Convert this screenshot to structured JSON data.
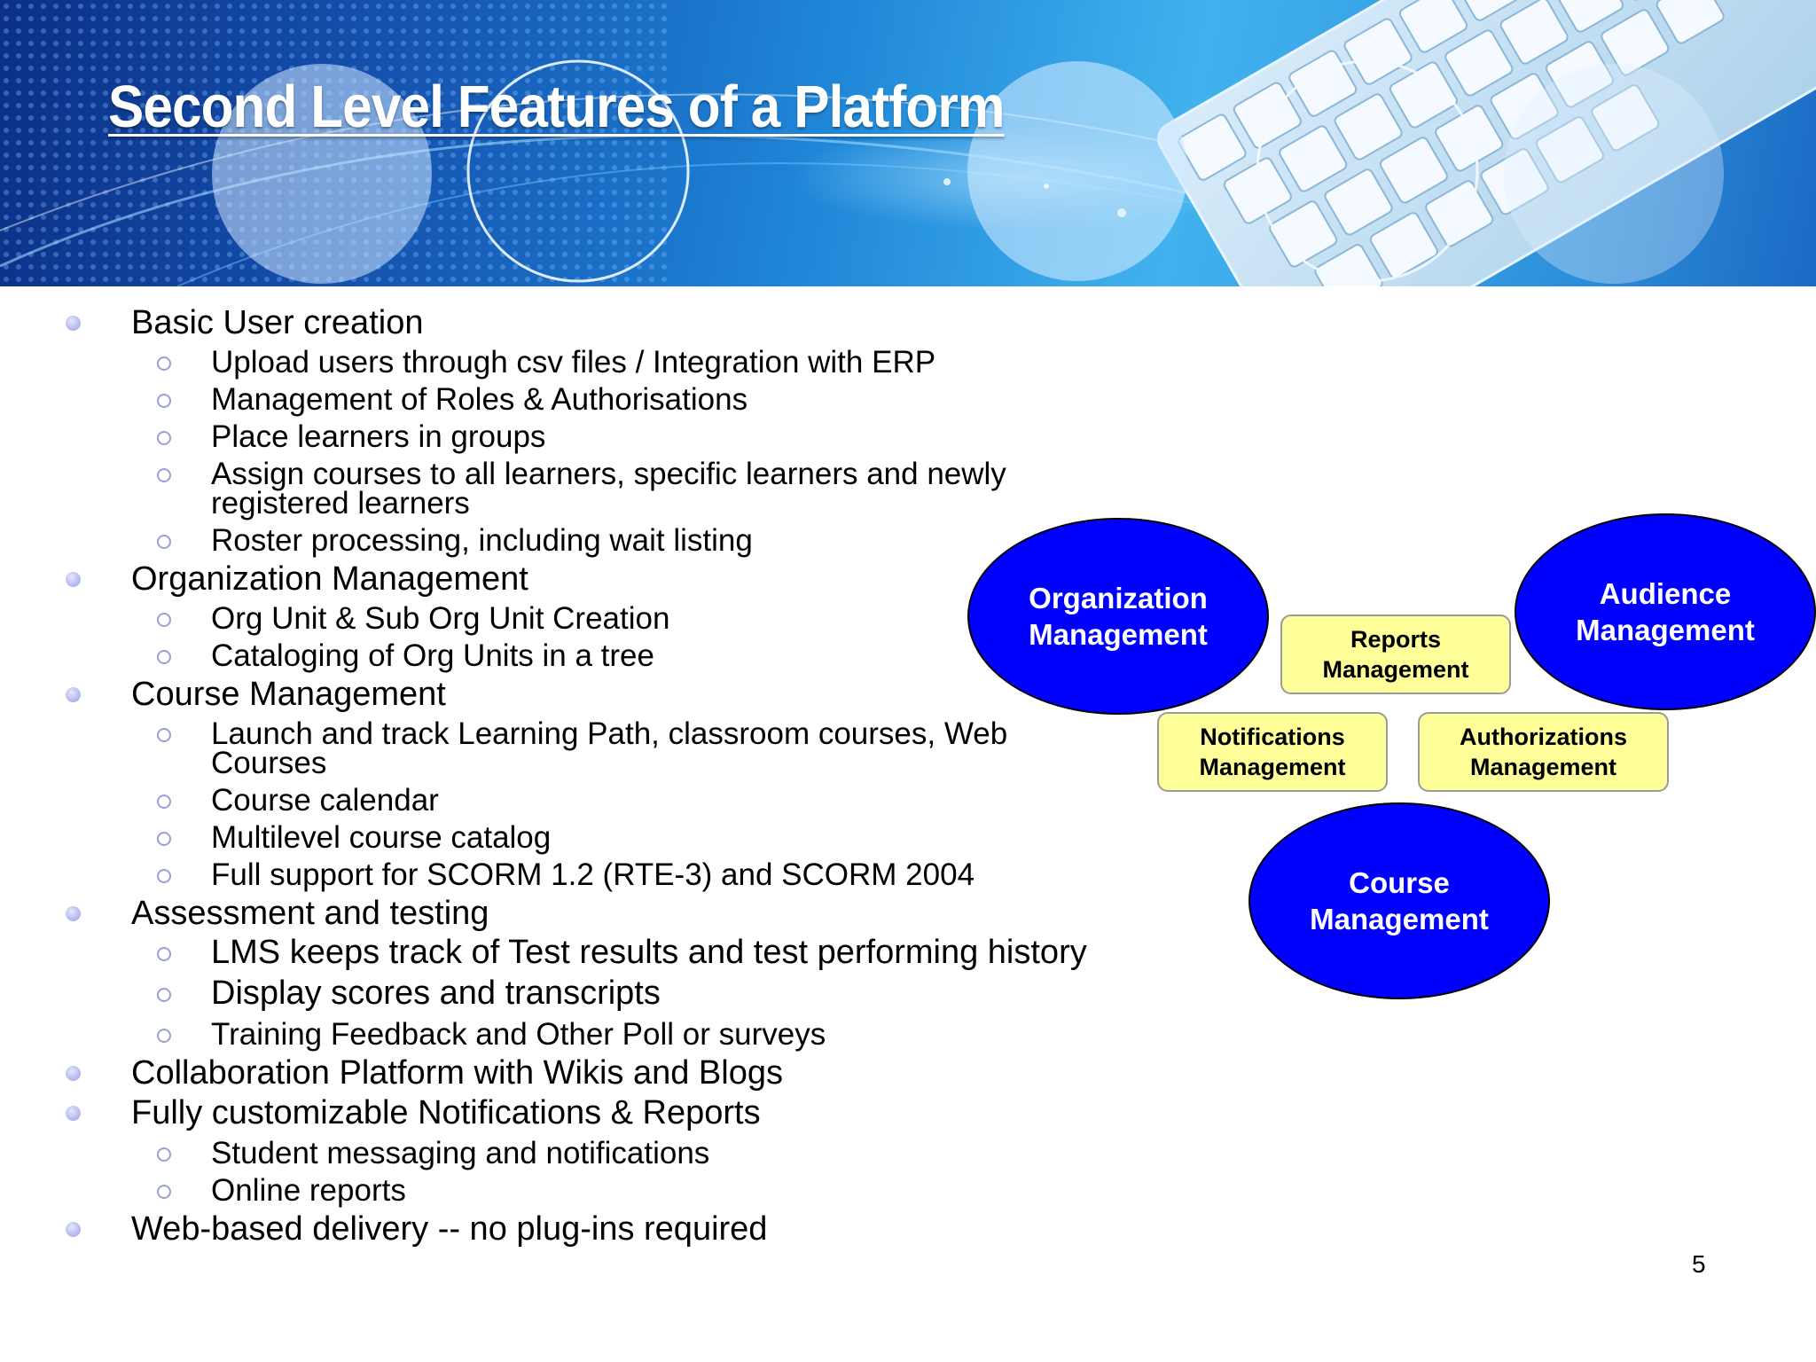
{
  "slide": {
    "title": "Second Level Features of a Platform",
    "page_number": "5"
  },
  "bullets": [
    {
      "text": "Basic User creation",
      "sub": [
        {
          "text": "Upload users through csv files / Integration with ERP"
        },
        {
          "text": "Management of Roles & Authorisations"
        },
        {
          "text": "Place learners in groups"
        },
        {
          "text": "Assign courses to all learners, specific learners and newly",
          "cont": "registered learners"
        },
        {
          "text": "Roster processing, including wait listing"
        }
      ]
    },
    {
      "text": "Organization Management",
      "sub": [
        {
          "text": "Org Unit & Sub Org Unit Creation"
        },
        {
          "text": "Cataloging of Org Units in a tree"
        }
      ]
    },
    {
      "text": "Course Management",
      "sub": [
        {
          "text": "Launch and track Learning Path, classroom courses, Web",
          "cont": "Courses"
        },
        {
          "text": "Course calendar"
        },
        {
          "text": "Multilevel course catalog"
        },
        {
          "text": "Full support for SCORM 1.2 (RTE-3) and SCORM 2004"
        }
      ]
    },
    {
      "text": "Assessment and testing",
      "sub": [
        {
          "text": "LMS keeps track of Test results and test performing history"
        },
        {
          "text": "Display scores and transcripts"
        },
        {
          "text": "Training Feedback and Other Poll or surveys"
        }
      ]
    },
    {
      "text": "Collaboration Platform with Wikis and Blogs",
      "sub": []
    },
    {
      "text": "Fully customizable Notifications & Reports",
      "sub": [
        {
          "text": "Student messaging and notifications"
        },
        {
          "text": "Online reports"
        }
      ]
    },
    {
      "text": "Web-based delivery -- no plug-ins required",
      "sub": []
    }
  ],
  "diagram": {
    "organization": {
      "line1": "Organization",
      "line2": "Management"
    },
    "audience": {
      "line1": "Audience",
      "line2": "Management"
    },
    "course": {
      "line1": "Course",
      "line2": "Management"
    },
    "reports": {
      "line1": "Reports",
      "line2": "Management"
    },
    "notifications": {
      "line1": "Notifications",
      "line2": "Management"
    },
    "authorizations": {
      "line1": "Authorizations",
      "line2": "Management"
    }
  },
  "colors": {
    "oval_fill": "#0000ff",
    "box_fill": "#ffff99",
    "banner_blue": "#1f86d8"
  }
}
